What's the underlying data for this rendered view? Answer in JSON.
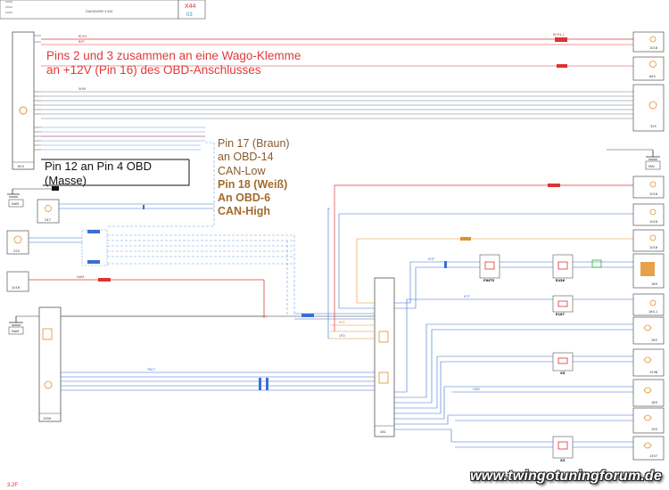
{
  "header": {
    "connector_title": "X44",
    "connector_sub": "03",
    "title_box_text": "DIAGRAMM 4344"
  },
  "annotations": {
    "red": {
      "line1": "Pins 2 und 3 zusammen an eine Wago-Klemme",
      "line2": "an +12V (Pin 16) des OBD-Anschlusses"
    },
    "black": {
      "line1": "Pin 12 an Pin 4 OBD",
      "line2": "(Masse)"
    },
    "brown": {
      "line1": "Pin 17 (Braun)",
      "line2": "an OBD-14",
      "line3": "CAN-Low",
      "line4": "Pin 18 (Weiß)",
      "line5": "An OBD-6",
      "line6": "CAN-High"
    }
  },
  "components": {
    "c653": "653",
    "c247": "247",
    "c225": "225",
    "c1016a": "1016",
    "c1959": "1959",
    "c261": "261",
    "c1016b": "1016",
    "c645": "645",
    "c325": "325",
    "cMAI": "MAI",
    "cNAM1": "NAM",
    "cNAM2": "NAM",
    "r1016a": "1016",
    "r1016b": "1016",
    "r1016c": "1016",
    "r189": "189",
    "r184": "184-1",
    "r265": "265",
    "r1538": "1538",
    "r189b": "189",
    "r190": "190",
    "r1557": "1557",
    "pin75": "PIN75",
    "e436": "E436",
    "e187": "E187",
    "x5": "X5",
    "x3": "X3"
  },
  "wire_labels": {
    "bcp4": "BCP4",
    "bp7": "BP7",
    "shm": "SHM",
    "nam": "NAM",
    "lpd": "LPD",
    "ep2": "EP2",
    "m7f": "M7F",
    "k7f": "K7F",
    "tb1t": "TB1T",
    "h4d": "H4D",
    "spl": "BCP4-1"
  },
  "colors": {
    "power": "#e03a3a",
    "signal": "#3a6fd1",
    "ground": "#444444",
    "can": "#e2902a",
    "data": "#6aa0e6"
  },
  "footer": {
    "site": "www.twingotuningforum.de",
    "page": "3.2F"
  }
}
